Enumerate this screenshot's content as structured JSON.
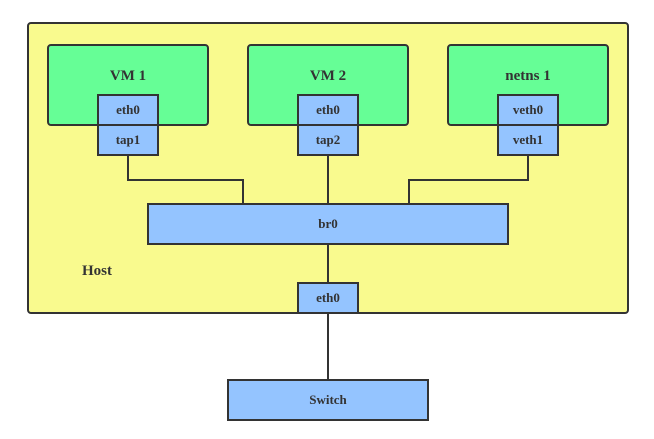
{
  "colors": {
    "host_fill": "#f9fa8e",
    "group_fill": "#66fe96",
    "iface_fill": "#94c4ff",
    "stroke": "#333333"
  },
  "host": {
    "label": "Host"
  },
  "groups": [
    {
      "title": "VM 1",
      "inner": "eth0",
      "outer": "tap1"
    },
    {
      "title": "VM 2",
      "inner": "eth0",
      "outer": "tap2"
    },
    {
      "title": "netns 1",
      "inner": "veth0",
      "outer": "veth1"
    }
  ],
  "bridge": {
    "label": "br0"
  },
  "host_iface": {
    "label": "eth0"
  },
  "switch": {
    "label": "Switch"
  }
}
